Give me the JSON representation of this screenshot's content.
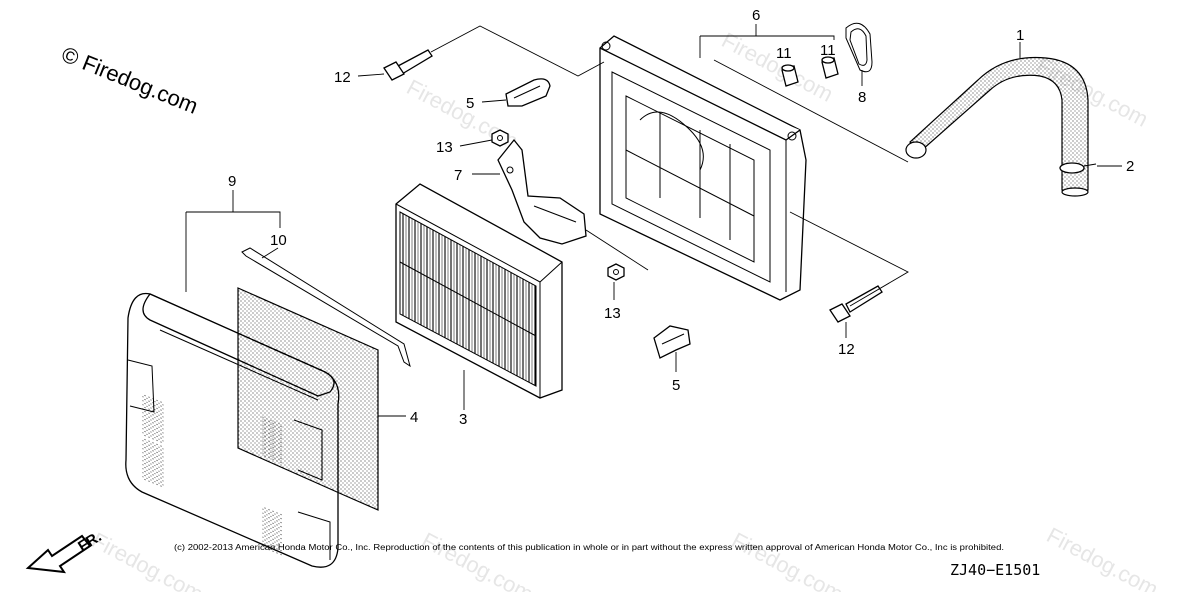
{
  "watermark": {
    "text": "© Firedog.com",
    "ghost_text": "Firedog.com"
  },
  "copyright": "(c) 2002-2013 American Honda Motor Co., Inc. Reproduction of the contents of this publication in whole or in part without the express written approval of American Honda Motor Co., Inc is prohibited.",
  "diagram_code": "ZJ40−E1501",
  "front_marker": "FR.",
  "callouts": [
    {
      "id": "1",
      "part": "breather-tube"
    },
    {
      "id": "2",
      "part": "tube-clip"
    },
    {
      "id": "3",
      "part": "paper-filter-element"
    },
    {
      "id": "4",
      "part": "foam-pre-filter"
    },
    {
      "id": "5",
      "part": "cover-clip"
    },
    {
      "id": "6",
      "part": "air-cleaner-case"
    },
    {
      "id": "7",
      "part": "bracket"
    },
    {
      "id": "8",
      "part": "o-ring"
    },
    {
      "id": "9",
      "part": "air-cleaner-cover"
    },
    {
      "id": "10",
      "part": "cover-seal"
    },
    {
      "id": "11",
      "part": "collar"
    },
    {
      "id": "12",
      "part": "flange-bolt"
    },
    {
      "id": "13",
      "part": "flange-nut"
    }
  ]
}
